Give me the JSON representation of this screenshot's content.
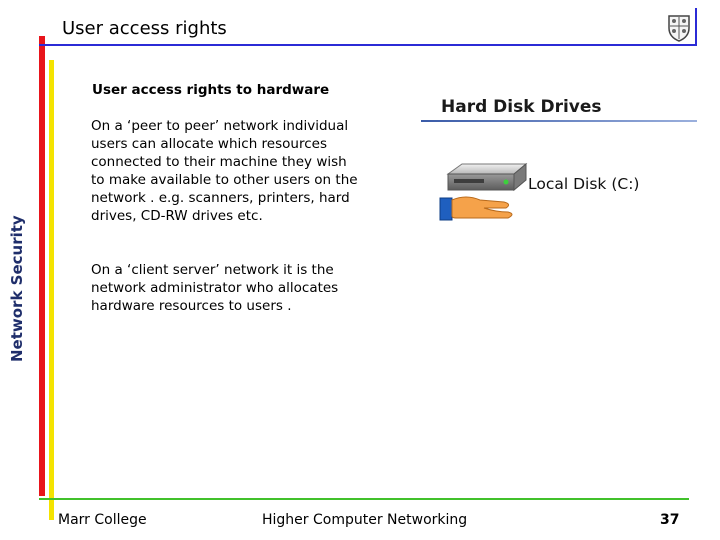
{
  "slide": {
    "title": "User access rights",
    "side_label": "Network Security",
    "subheading": "User access rights to hardware",
    "paragraph1": "On a ‘peer to peer’ network individual\nusers can allocate which resources\nconnected to their machine they wish\nto make available to other users on the\nnetwork . e.g. scanners, printers, hard\ndrives, CD-RW drives etc.",
    "paragraph2": "On a ‘client server’ network it is the\nnetwork administrator who allocates\nhardware resources to users ."
  },
  "panel": {
    "heading": "Hard Disk Drives",
    "drive_label": "Local Disk (C:)",
    "icons": [
      "hard-drive-icon",
      "sharing-hand-icon"
    ]
  },
  "footer": {
    "left": "Marr College",
    "center": "Higher Computer Networking",
    "page_number": "37"
  },
  "colors": {
    "red_bar": "#e8141b",
    "yellow_bar": "#f4e300",
    "blue_line": "#2b2bd6",
    "green_line": "#41c12b"
  },
  "logo": "school-crest-icon"
}
